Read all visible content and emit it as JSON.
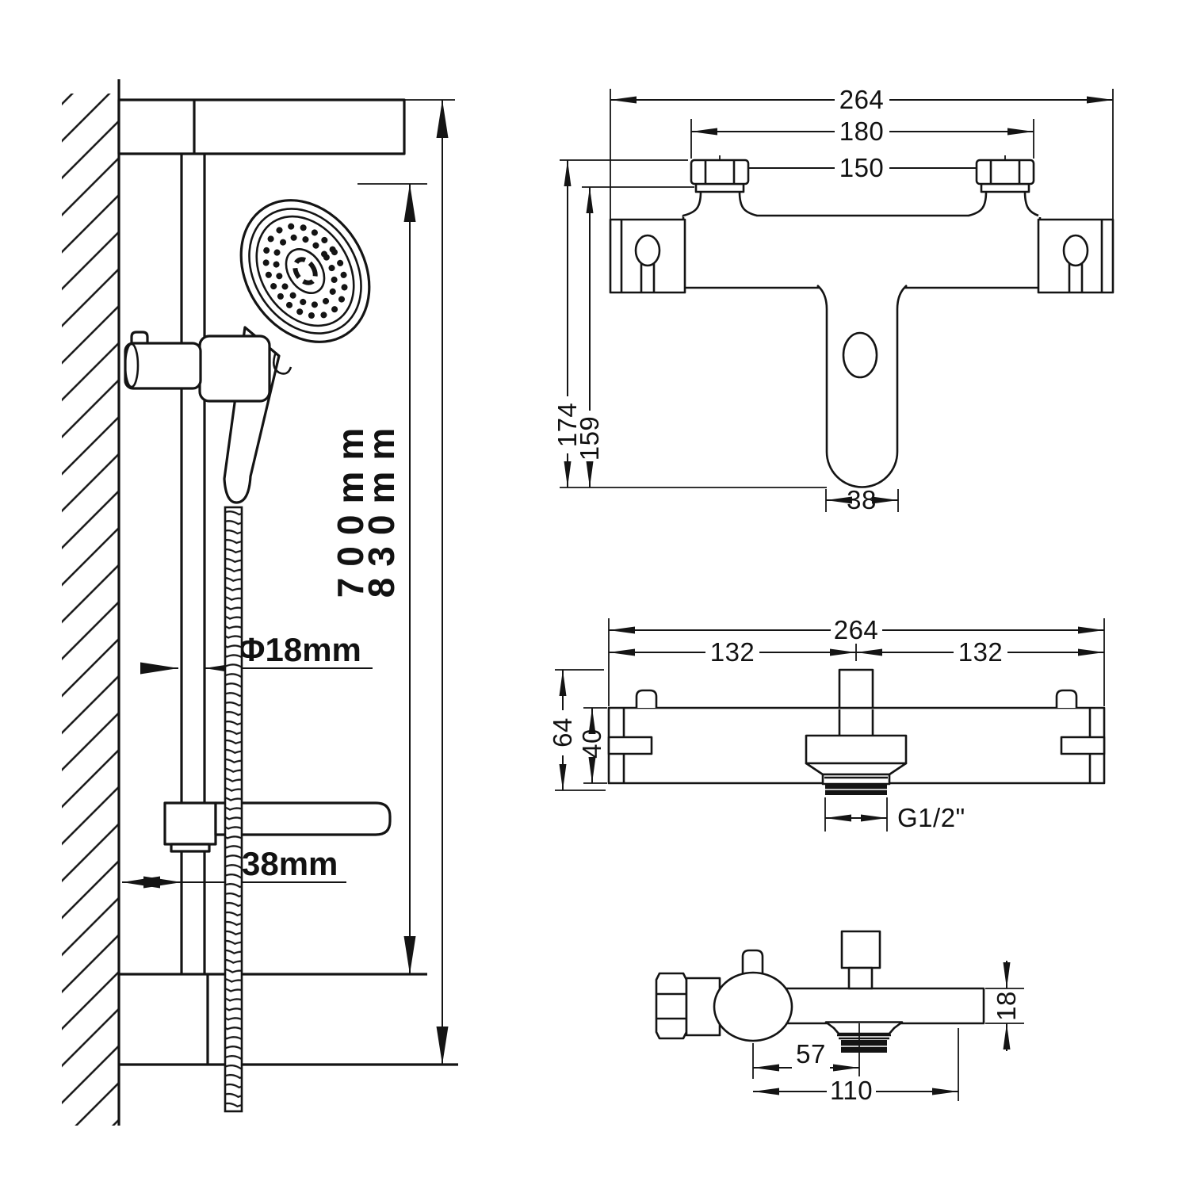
{
  "drawing": {
    "background": "#ffffff",
    "line_color": "#141414",
    "rail_view": {
      "height_total": "830mm",
      "height_rail": "700mm",
      "rail_diameter": "Φ18mm",
      "wall_offset": "38mm"
    },
    "front_view": {
      "width_total": "264",
      "width_inlets_outer": "180",
      "width_inlet_centers": "150",
      "height_total": "174",
      "height_body": "159",
      "outlet_width": "38"
    },
    "top_view": {
      "width_total": "264",
      "width_left_half": "132",
      "width_right_half": "132",
      "depth_total": "64",
      "depth_body": "40",
      "outlet_thread": "G1/2\""
    },
    "side_view": {
      "center_to_outlet": "57",
      "center_to_back": "110",
      "bar_height": "18"
    }
  }
}
